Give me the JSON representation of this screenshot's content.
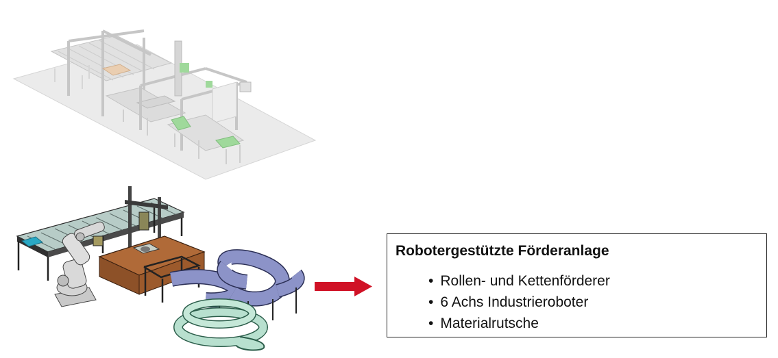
{
  "info_box": {
    "title": "Robotergestützte Förderanlage",
    "items": [
      "Rollen- und Kettenförderer",
      "6 Achs Industrieroboter",
      "Materialrutsche"
    ]
  },
  "colors": {
    "arrow": "#d01226",
    "chute": "#8c93c8",
    "spiral": "#5aa88c",
    "table": "#a0623a",
    "floor": "#e6e6e6",
    "accent_green": "#5fc25a"
  },
  "icons": {
    "top_illustration": "conveyor-plant-3d-model",
    "bottom_illustration": "robot-cell-with-conveyors-and-chutes",
    "arrow": "right-arrow-icon"
  }
}
